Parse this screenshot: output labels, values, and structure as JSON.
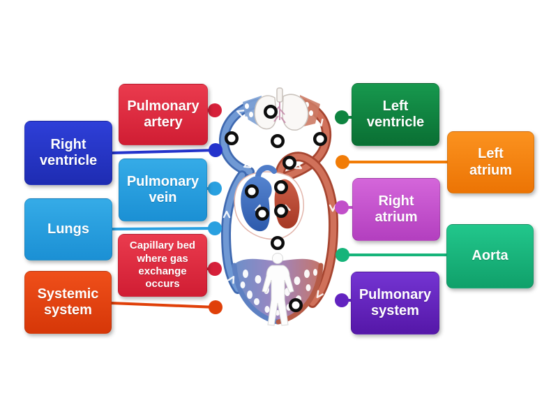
{
  "page": {
    "background": "#ffffff"
  },
  "diagram": {
    "subject": "human circulatory system (heart, lungs, body)",
    "answer_targets_count": 11
  },
  "labels": [
    {
      "id": "pulmonary-artery",
      "text": "Pulmonary artery",
      "color": "#d01d33"
    },
    {
      "id": "right-ventricle",
      "text": "Right ventricle",
      "color": "#2433cc"
    },
    {
      "id": "pulmonary-vein",
      "text": "Pulmonary vein",
      "color": "#29a0e0"
    },
    {
      "id": "lungs",
      "text": "Lungs",
      "color": "#29a0e0"
    },
    {
      "id": "capillary-bed",
      "text": "Capillary bed where gas exchange occurs",
      "color": "#d01d33"
    },
    {
      "id": "systemic-system",
      "text": "Systemic system",
      "color": "#e04009"
    },
    {
      "id": "left-ventricle",
      "text": "Left ventricle",
      "color": "#0e8440"
    },
    {
      "id": "left-atrium",
      "text": "Left atrium",
      "color": "#f17c07"
    },
    {
      "id": "right-atrium",
      "text": "Right atrium",
      "color": "#c14fc9"
    },
    {
      "id": "aorta",
      "text": "Aorta",
      "color": "#16b47a"
    },
    {
      "id": "pulmonary-system",
      "text": "Pulmonary system",
      "color": "#6223c0"
    }
  ]
}
